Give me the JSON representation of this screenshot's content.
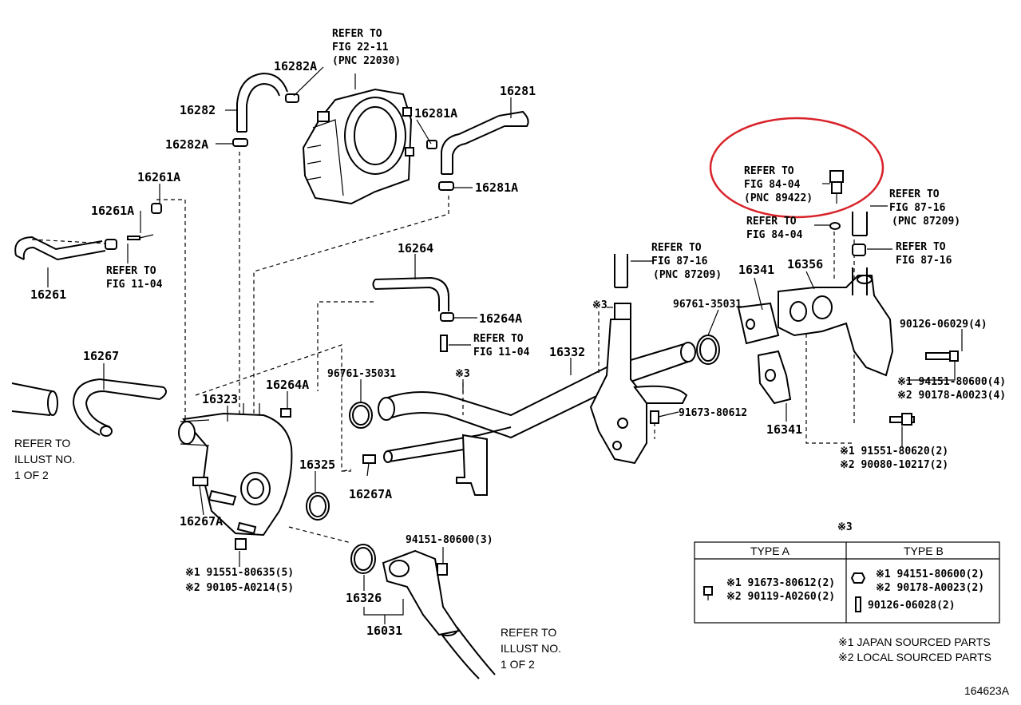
{
  "labels": {
    "p16282A_top": "16282A",
    "p16282": "16282",
    "p16282A_low": "16282A",
    "refer_22_11_l1": "REFER TO",
    "refer_22_11_l2": "FIG 22-11",
    "refer_22_11_l3": "(PNC 22030)",
    "p16281A_top": "16281A",
    "p16281": "16281",
    "p16281A_low": "16281A",
    "p16261A_top": "16261A",
    "p16261A_mid": "16261A",
    "refer_11_04_a_l1": "REFER TO",
    "refer_11_04_a_l2": "FIG 11-04",
    "p16261": "16261",
    "p16264": "16264",
    "p16264A_right": "16264A",
    "refer_11_04_b_l1": "REFER TO",
    "refer_11_04_b_l2": "FIG 11-04",
    "p16267": "16267",
    "p16323": "16323",
    "p16264A_left": "16264A",
    "p96761_left": "96761-35031",
    "note3_mid": "※3",
    "p16332": "16332",
    "note3_upper": "※3",
    "refer_87_16_a_l1": "REFER TO",
    "refer_87_16_a_l2": "FIG 87-16",
    "refer_87_16_a_l3": "(PNC 87209)",
    "p96761_right": "96761-35031",
    "p16341_top": "16341",
    "p16356": "16356",
    "refer_84_04_a_l1": "REFER TO",
    "refer_84_04_a_l2": "FIG 84-04",
    "refer_84_04_a_l3": "(PNC 89422)",
    "refer_84_04_b_l1": "REFER TO",
    "refer_84_04_b_l2": "FIG 84-04",
    "refer_87_16_b_l1": "REFER TO",
    "refer_87_16_b_l2": "FIG 87-16",
    "refer_87_16_b_l3": "(PNC 87209)",
    "refer_87_16_c_l1": "REFER TO",
    "refer_87_16_c_l2": "FIG 87-16",
    "p90126_4": "90126-06029(4)",
    "p94151_4": "※1 94151-80600(4)",
    "p90178_4": "※2 90178-A0023(4)",
    "p91673": "91673-80612",
    "p16341_low": "16341",
    "p91551_2": "※1 91551-80620(2)",
    "p90080_2": "※2 90080-10217(2)",
    "p16325": "16325",
    "p16267A_mid": "16267A",
    "p16267A_left": "16267A",
    "p91551_5": "※1 91551-80635(5)",
    "p90105_5": "※2 90105-A0214(5)",
    "p94151_3": "94151-80600(3)",
    "p16326": "16326",
    "p16031": "16031",
    "refer_illust_left_l1": "REFER TO",
    "refer_illust_left_l2": "ILLUST NO.",
    "refer_illust_left_l3": "1 OF 2",
    "refer_illust_right_l1": "REFER TO",
    "refer_illust_right_l2": "ILLUST NO.",
    "refer_illust_right_l3": "1 OF 2"
  },
  "type_table": {
    "note": "※3",
    "type_a": "TYPE A",
    "type_b": "TYPE B",
    "a_row1": "※1 91673-80612(2)",
    "a_row2": "※2 90119-A0260(2)",
    "b_row1": "※1  94151-80600(2)",
    "b_row2": "※2  90178-A0023(2)",
    "b_row3": "90126-06028(2)"
  },
  "legend": {
    "line1": "※1 JAPAN SOURCED PARTS",
    "line2": "※2 LOCAL SOURCED PARTS"
  },
  "figure_id": "164623A",
  "highlight_color": "#d8232a"
}
